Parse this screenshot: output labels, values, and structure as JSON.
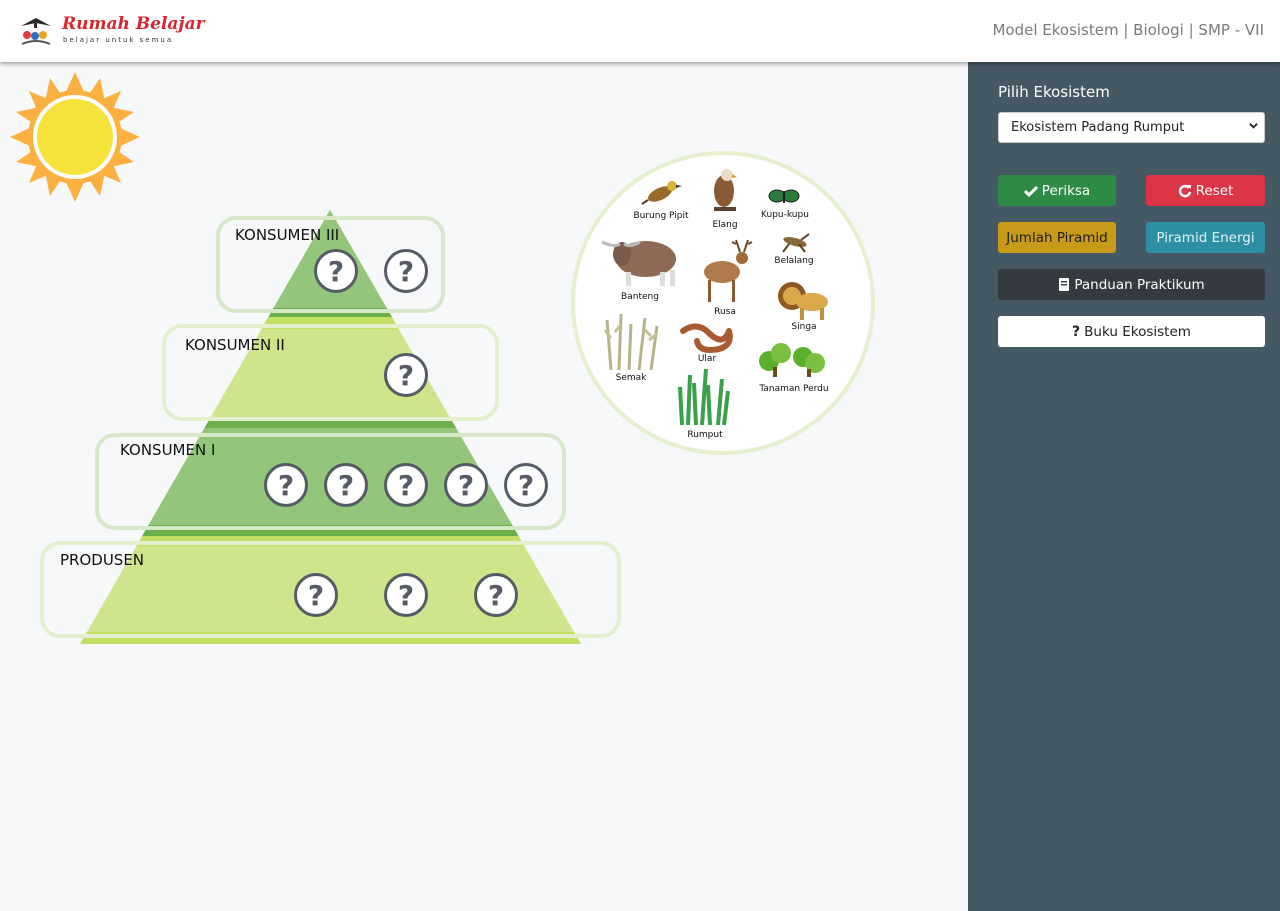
{
  "header": {
    "logo_title": "Rumah Belajar",
    "logo_tagline": "belajar untuk semua",
    "app_title": "Model Ekosistem | Biologi | SMP - VII"
  },
  "pyramid": {
    "levels": [
      {
        "label": "KONSUMEN III",
        "slots": 2
      },
      {
        "label": "KONSUMEN II",
        "slots": 1
      },
      {
        "label": "KONSUMEN I",
        "slots": 5
      },
      {
        "label": "PRODUSEN",
        "slots": 3
      }
    ],
    "slot_symbol": "?"
  },
  "organisms": [
    {
      "name": "Burung Pipit",
      "icon": "sparrow-icon"
    },
    {
      "name": "Elang",
      "icon": "eagle-icon"
    },
    {
      "name": "Kupu-kupu",
      "icon": "butterfly-icon"
    },
    {
      "name": "Banteng",
      "icon": "bull-icon"
    },
    {
      "name": "Rusa",
      "icon": "deer-icon"
    },
    {
      "name": "Belalang",
      "icon": "grasshopper-icon"
    },
    {
      "name": "Singa",
      "icon": "lion-icon"
    },
    {
      "name": "Semak",
      "icon": "shrub-icon"
    },
    {
      "name": "Ular",
      "icon": "snake-icon"
    },
    {
      "name": "Tanaman Perdu",
      "icon": "bush-icon"
    },
    {
      "name": "Rumput",
      "icon": "grass-icon"
    }
  ],
  "panel": {
    "title": "Pilih Ekosistem",
    "select_value": "Ekosistem Padang Rumput",
    "buttons": {
      "periksa": "Periksa",
      "reset": "Reset",
      "jumlah": "Jumlah Piramid",
      "energi": "Piramid Energi",
      "panduan": "Panduan Praktikum",
      "buku": "Buku Ekosistem"
    }
  },
  "colors": {
    "success": "#2e8b45",
    "danger": "#dc3545",
    "warning": "#c79a1a",
    "info": "#2c8fa3",
    "dark": "#343a40",
    "panel": "#455964"
  }
}
